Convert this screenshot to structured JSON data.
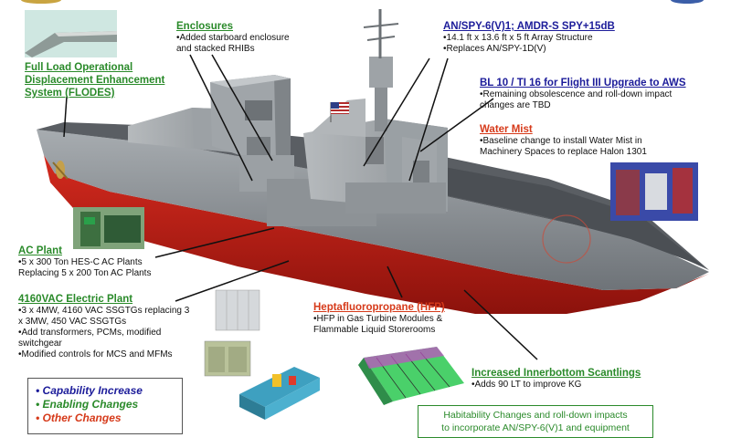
{
  "labels": {
    "floodes": {
      "title_lines": [
        "Full Load Operational",
        "Displacement Enhancement",
        "System (FLODES)"
      ]
    },
    "enclosures": {
      "title": "Enclosures",
      "bullets": [
        "•Added starboard enclosure",
        "and stacked RHIBs"
      ]
    },
    "spy": {
      "title": "AN/SPY-6(V)1; AMDR-S SPY+15dB",
      "bullets": [
        "•14.1 ft x 13.6 ft x 5 ft Array Structure",
        "•Replaces AN/SPY-1D(V)"
      ]
    },
    "bl10": {
      "title": "BL 10 / TI 16 for Flight III Upgrade to AWS",
      "bullets": [
        "•Remaining obsolescence and roll-down impact",
        "changes are TBD"
      ]
    },
    "water_mist": {
      "title": "Water Mist",
      "bullets": [
        "•Baseline change to install Water Mist in",
        "Machinery Spaces to replace Halon 1301"
      ]
    },
    "ac_plant": {
      "title": "AC Plant",
      "bullets": [
        "•5 x 300 Ton HES-C AC Plants",
        "Replacing 5 x 200 Ton AC Plants"
      ]
    },
    "electric": {
      "title": "4160VAC Electric Plant",
      "bullets": [
        "•3 x 4MW, 4160 VAC SSGTGs replacing 3",
        "x 3MW, 450 VAC SSGTGs",
        "•Add transformers, PCMs, modified",
        "switchgear",
        "•Modified controls for MCS and MFMs"
      ]
    },
    "hfp": {
      "title": "Heptafluoropropane (HFP)",
      "bullets": [
        "•HFP in Gas Turbine Modules &",
        "Flammable Liquid Storerooms"
      ]
    },
    "innerbottom": {
      "title": "Increased Innerbottom Scantlings",
      "bullets": [
        "•Adds 90 LT to improve KG"
      ]
    }
  },
  "legend": [
    {
      "text": "Capability Increase",
      "color": "#1c1c9a"
    },
    {
      "text": "Enabling Changes",
      "color": "#2a8a2a"
    },
    {
      "text": "Other Changes",
      "color": "#d63a1a"
    }
  ],
  "habitability": {
    "lines": [
      "Habitability Changes and roll-down impacts",
      "to incorporate AN/SPY-6(V)1 and equipment"
    ]
  },
  "colors": {
    "capability": "#1c1c9a",
    "enabling": "#2a8a2a",
    "other": "#d63a1a",
    "hull_red": "#b81c14",
    "hull_gray": "#8a8f94",
    "deck": "#55595e"
  }
}
